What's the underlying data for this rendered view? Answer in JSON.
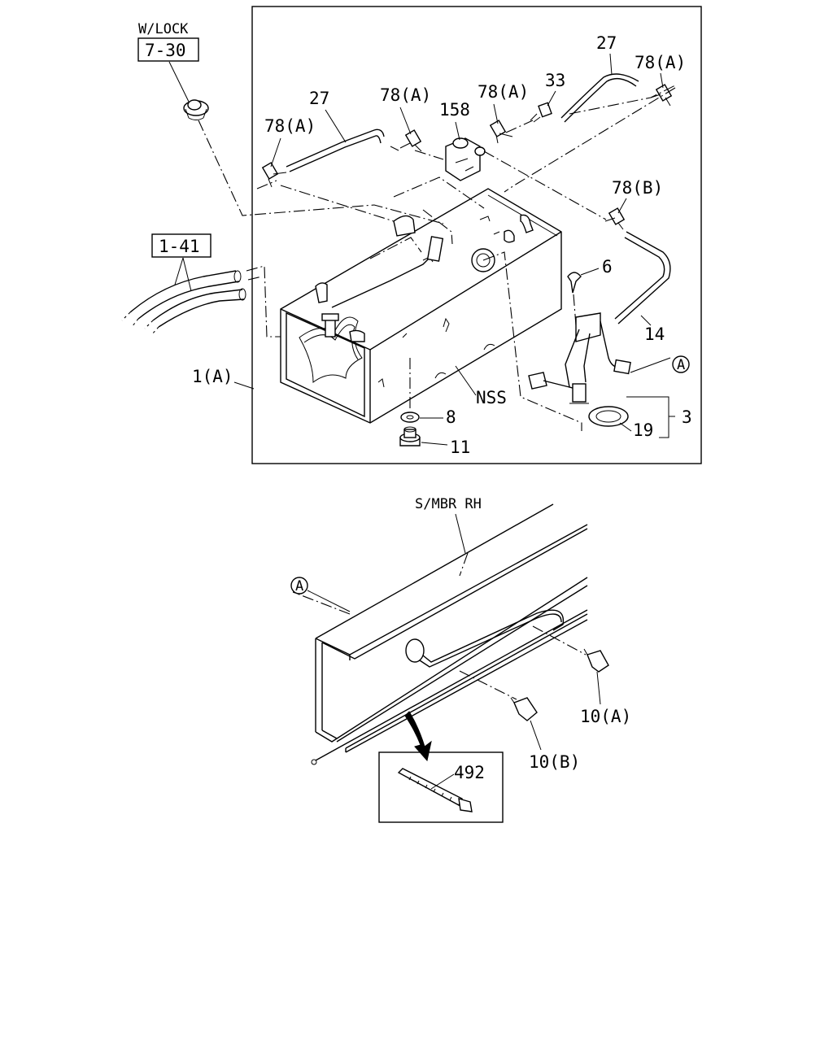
{
  "upper": {
    "w_lock": "W/LOCK",
    "ref_7_30": "7-30",
    "ref_1_41": "1-41",
    "l_27a": "27",
    "l_78a_1": "78(A)",
    "l_78a_2": "78(A)",
    "l_78a_3": "78(A)",
    "l_78a_4": "78(A)",
    "l_158": "158",
    "l_33": "33",
    "l_27b": "27",
    "l_78b": "78(B)",
    "l_6": "6",
    "l_14": "14",
    "l_a_circle": "A",
    "l_1a": "1(A)",
    "l_nss": "NSS",
    "l_3": "3",
    "l_8": "8",
    "l_19": "19",
    "l_11": "11"
  },
  "lower": {
    "smbr": "S/MBR RH",
    "l_a_circle": "A",
    "l_10a": "10(A)",
    "l_10b": "10(B)",
    "l_492": "492"
  }
}
